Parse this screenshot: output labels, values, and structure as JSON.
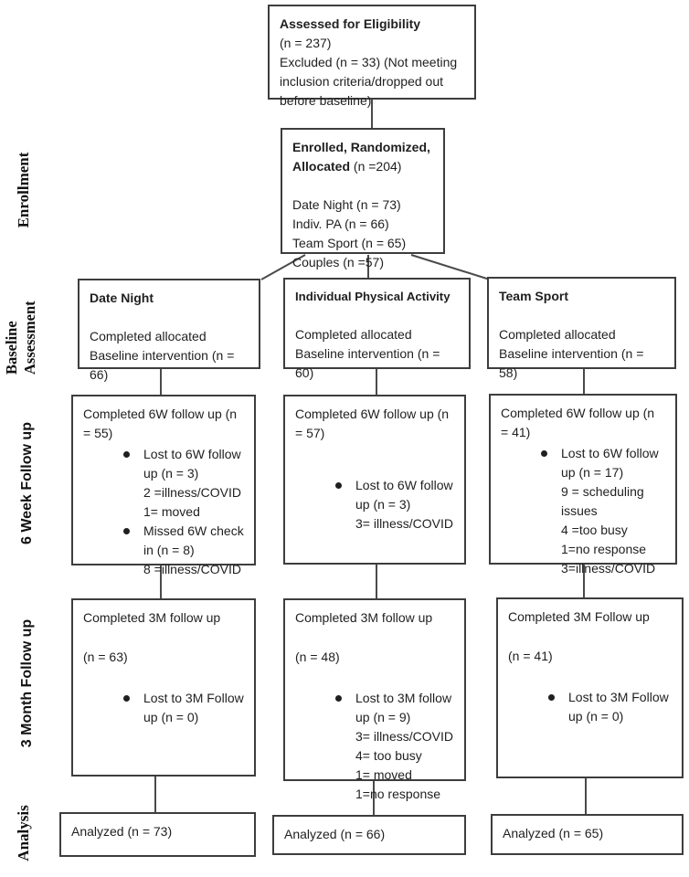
{
  "stages": {
    "enrollment": "Enrollment",
    "baseline": "Baseline Assessment",
    "week6": "6 Week Follow up",
    "month3": "3 Month Follow up",
    "analysis": "Analysis"
  },
  "boxes": {
    "eligibility": {
      "title": "Assessed for Eligibility",
      "lines": [
        "(n = 237)",
        "Excluded (n = 33) (Not meeting inclusion criteria/dropped out before baseline)"
      ]
    },
    "enrolled": {
      "title": "Enrolled, Randomized, Allocated",
      "title_n": " (n =204)",
      "groups": [
        "Date Night (n = 73)",
        "Indiv. PA (n = 66)",
        "Team Sport (n = 65)",
        "Couples (n =57)"
      ]
    }
  },
  "columns": [
    {
      "baseline": {
        "title": "Date Night",
        "body": "Completed allocated Baseline intervention (n = 66)"
      },
      "week6": {
        "intro": "Completed 6W follow up (n = 55)",
        "bullets": [
          {
            "text": "Lost to 6W follow up (n = 3)",
            "sub": [
              "2 =illness/COVID",
              "1= moved"
            ]
          },
          {
            "text": "Missed 6W check in (n = 8)",
            "sub": [
              "8 =illness/COVID"
            ]
          }
        ]
      },
      "month3": {
        "intro": "Completed 3M follow up",
        "n": "(n = 63)",
        "bullets": [
          {
            "text": "Lost to 3M Follow up (n = 0)",
            "sub": []
          }
        ]
      },
      "analyzed": "Analyzed (n = 73)"
    },
    {
      "baseline": {
        "title": "Individual Physical Activity",
        "body": "Completed allocated Baseline intervention (n = 60)"
      },
      "week6": {
        "intro": "Completed 6W follow up (n = 57)",
        "bullets": [
          {
            "text": "Lost to 6W follow up (n = 3)",
            "sub": [
              "3= illness/COVID"
            ]
          }
        ]
      },
      "month3": {
        "intro": "Completed 3M follow up",
        "n": "(n = 48)",
        "bullets": [
          {
            "text": "Lost to 3M follow up (n = 9)",
            "sub": [
              "3= illness/COVID",
              "4= too busy",
              "1= moved",
              "1=no response"
            ]
          }
        ]
      },
      "analyzed": "Analyzed (n = 66)"
    },
    {
      "baseline": {
        "title": "Team Sport",
        "body": "Completed allocated Baseline intervention (n = 58)"
      },
      "week6": {
        "intro": "Completed 6W follow up (n = 41)",
        "bullets": [
          {
            "text": "Lost to 6W follow up (n = 17)",
            "sub": [
              "9 = scheduling issues",
              "4 =too busy",
              "1=no response",
              "3=illness/COVID"
            ]
          }
        ]
      },
      "month3": {
        "intro": "Completed 3M Follow up",
        "n": "(n = 41)",
        "bullets": [
          {
            "text": "Lost to 3M Follow up (n = 0)",
            "sub": []
          }
        ]
      },
      "analyzed": "Analyzed (n = 65)"
    }
  ],
  "colors": {
    "border": "#3d3d3d",
    "line": "#4a4a4a",
    "text": "#1f1f1f",
    "background": "#ffffff"
  }
}
